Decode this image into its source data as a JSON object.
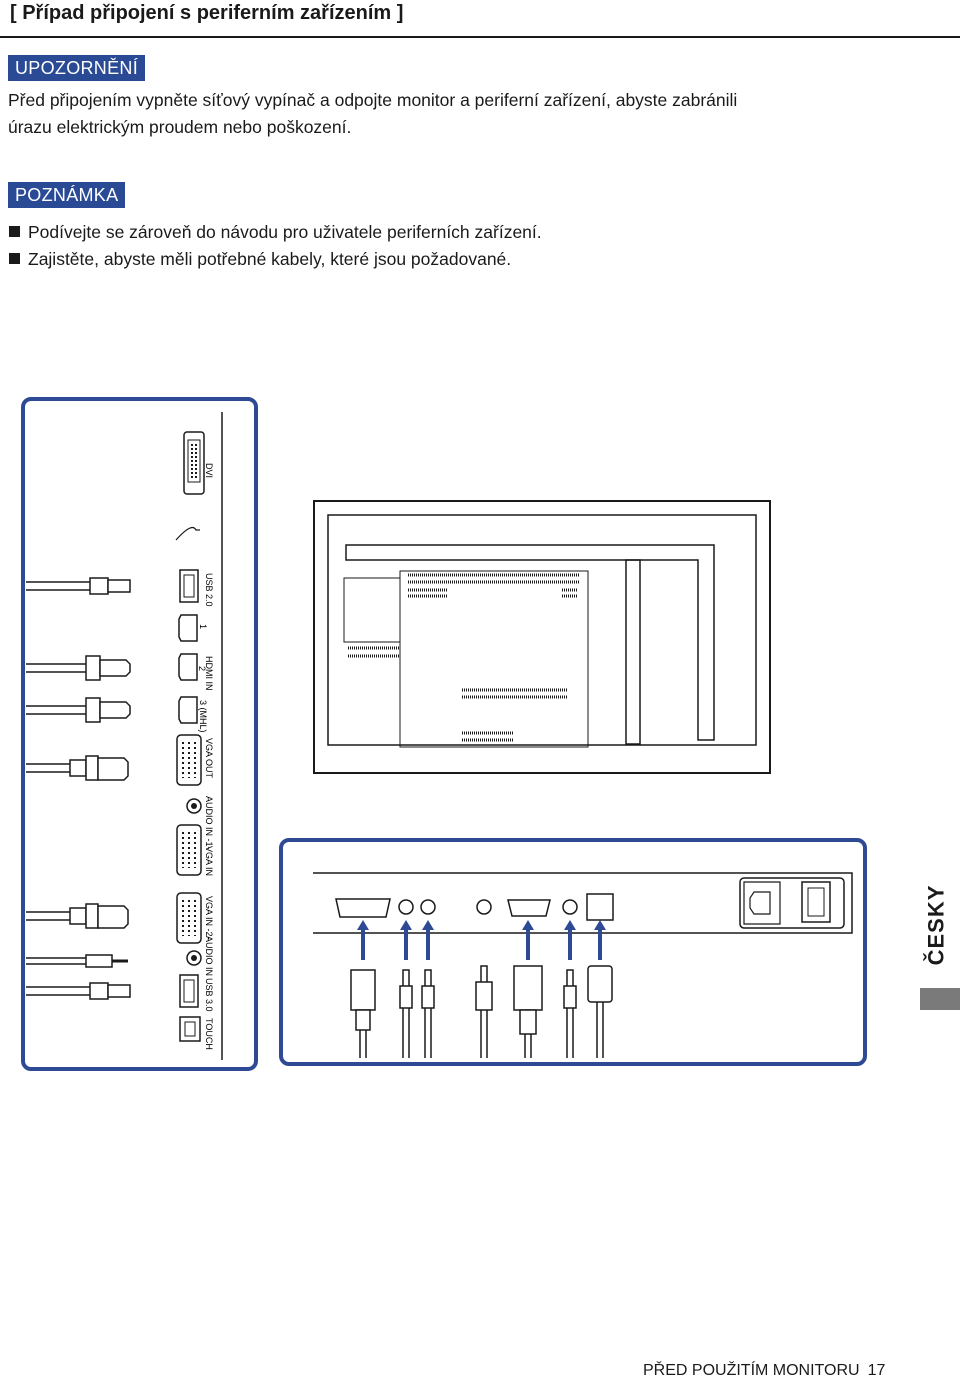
{
  "heading": "[ Případ připojení s periferním zařízením ]",
  "caution": {
    "tag": "UPOZORNĚNÍ",
    "line1": "Před připojením vypněte síťový vypínač a odpojte monitor a periferní zařízení, abyste zabránili",
    "line2": "úrazu elektrickým proudem nebo poškození."
  },
  "note": {
    "tag": "POZNÁMKA",
    "items": [
      "Podívejte se zároveň do návodu pro uživatele periferních zařízení.",
      "Zajistěte, abyste měli potřebné kabely, které jsou požadované."
    ]
  },
  "ports_left": {
    "dvi": "DVI",
    "usb2": "USB 2.0",
    "hdmi1": "1",
    "hdmi_in": "HDMI IN",
    "hdmi2": "2",
    "hdmi3": "3 (MHL)",
    "vga_out": "VGA OUT",
    "audio_in1": "AUDIO IN -1-",
    "vga_in1": "VGA IN",
    "vga_in2": "VGA IN -2-",
    "audio_in2": "AUDIO IN",
    "usb3": "USB 3.0",
    "touch": "TOUCH"
  },
  "side_tab": "ČESKY",
  "footer": {
    "text": "PŘED POUŽITÍM MONITORU",
    "page": "17"
  },
  "colors": {
    "accent_blue": "#2a4a96",
    "frame_blue": "#2f4a94",
    "side_bar_gray": "#7a7a7a"
  }
}
